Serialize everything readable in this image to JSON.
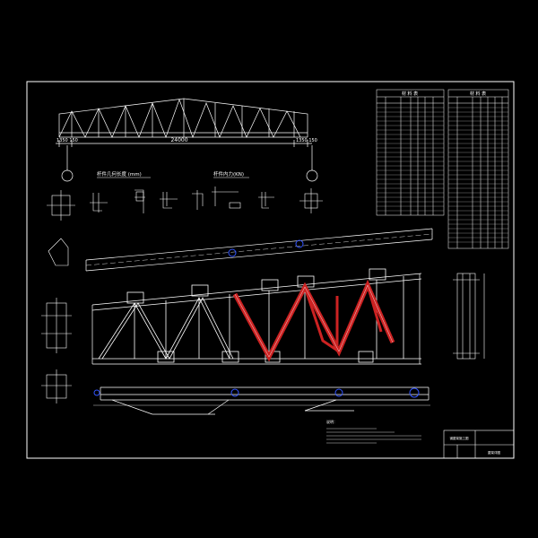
{
  "drawing": {
    "top_span_total": "24000",
    "left_end_dims": "1350 150",
    "right_end_dims": "1350 150",
    "section_legend_1": "杆件几何长度 (mm)",
    "section_legend_2": "杆件内力(KN)",
    "table_left_title": "材 料 表",
    "table_right_title": "材 料 表",
    "note_label": "说明：",
    "title_block_left": "钢屋架施工图",
    "title_block_right": "屋架详图"
  },
  "colors": {
    "background": "#000000",
    "lines": "#ffffff",
    "highlight": "#cc2222",
    "accent_blue": "#3355ff"
  }
}
